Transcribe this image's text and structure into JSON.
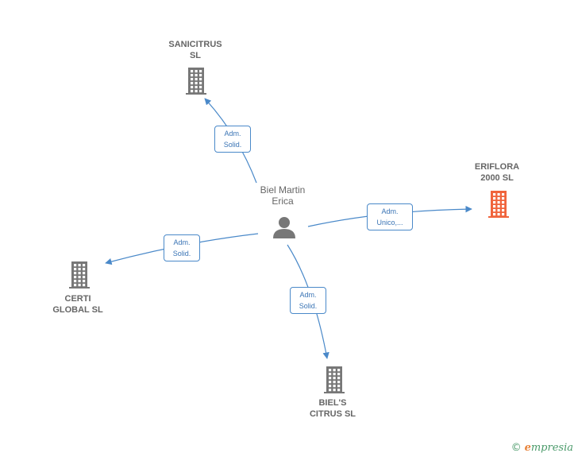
{
  "colors": {
    "edge": "#4a89c9",
    "company": "#777777",
    "company_highlight": "#f0643c",
    "person": "#777777"
  },
  "nodes": [
    {
      "id": "person",
      "label": "Biel Martin\nErica",
      "kind": "person",
      "icon": "person-icon"
    },
    {
      "id": "sanicitrus",
      "label": "SANICITRUS\nSL",
      "kind": "company",
      "icon": "building-icon"
    },
    {
      "id": "eriflora",
      "label": "ERIFLORA\n2000  SL",
      "kind": "company",
      "highlight": true,
      "icon": "building-icon"
    },
    {
      "id": "certi",
      "label": "CERTI\nGLOBAL  SL",
      "kind": "company",
      "icon": "building-icon"
    },
    {
      "id": "biels",
      "label": "BIEL'S\nCITRUS SL",
      "kind": "company",
      "icon": "building-icon"
    }
  ],
  "edges": [
    {
      "to": "sanicitrus",
      "label": "Adm.\nSolid."
    },
    {
      "to": "eriflora",
      "label": "Adm.\nUnico,..."
    },
    {
      "to": "certi",
      "label": "Adm.\nSolid."
    },
    {
      "to": "biels",
      "label": "Adm.\nSolid."
    }
  ],
  "footer": {
    "symbol": "©",
    "brand_initial": "e",
    "brand_rest": "mpresia"
  }
}
